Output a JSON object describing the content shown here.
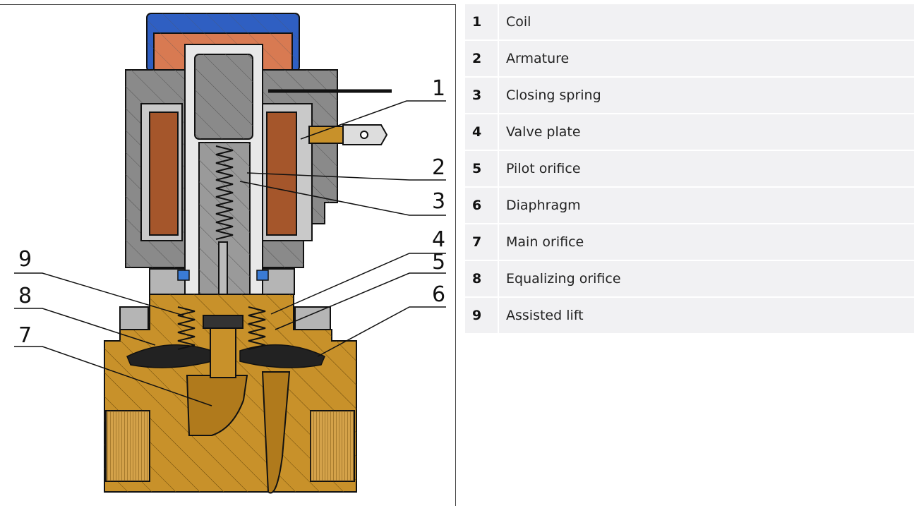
{
  "callouts": [
    "1",
    "2",
    "3",
    "4",
    "5",
    "6",
    "7",
    "8",
    "9"
  ],
  "legend": [
    {
      "num": "1",
      "label": "Coil"
    },
    {
      "num": "2",
      "label": "Armature"
    },
    {
      "num": "3",
      "label": "Closing spring"
    },
    {
      "num": "4",
      "label": "Valve plate"
    },
    {
      "num": "5",
      "label": "Pilot orifice"
    },
    {
      "num": "6",
      "label": "Diaphragm"
    },
    {
      "num": "7",
      "label": "Main orifice"
    },
    {
      "num": "8",
      "label": "Equalizing orifice"
    },
    {
      "num": "9",
      "label": "Assisted lift"
    }
  ],
  "colors": {
    "housing": "#8a8a8a",
    "housing_light": "#b5b5b5",
    "coil": "#a5562b",
    "cap": "#2f5fc2",
    "cap_core": "#d87a52",
    "brass": "#c8912a",
    "brass_dark": "#9e6c14",
    "seal": "#222222",
    "oring": "#3a7bd5"
  }
}
